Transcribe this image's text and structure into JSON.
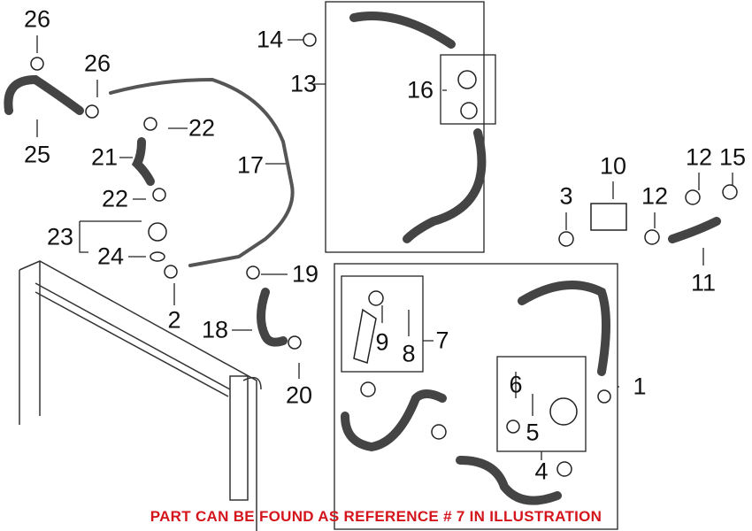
{
  "diagram": {
    "reference_numbers": [
      "26",
      "26",
      "25",
      "22",
      "21",
      "22",
      "23",
      "24",
      "17",
      "14",
      "13",
      "16",
      "2",
      "19",
      "18",
      "20",
      "10",
      "3",
      "12",
      "15",
      "12",
      "11",
      "9",
      "8",
      "7",
      "1",
      "6",
      "5",
      "4"
    ],
    "note": "PART CAN BE FOUND AS REFERENCE # 7 IN ILLUSTRATION",
    "note_color": "#d4161c"
  }
}
